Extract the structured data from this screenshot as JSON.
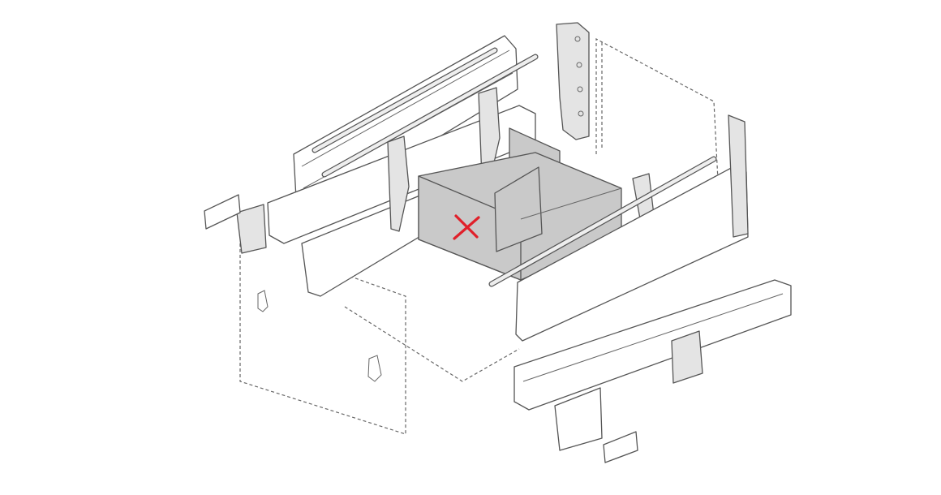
{
  "diagram": {
    "type": "exploded-assembly-drawing",
    "subject": "drawer",
    "colors": {
      "line": "#555555",
      "panel": "#e4e4e4",
      "inner_drawer": "#c9c9c9",
      "marker": "#e0202a"
    },
    "marker_icon": "red-x-mark"
  }
}
